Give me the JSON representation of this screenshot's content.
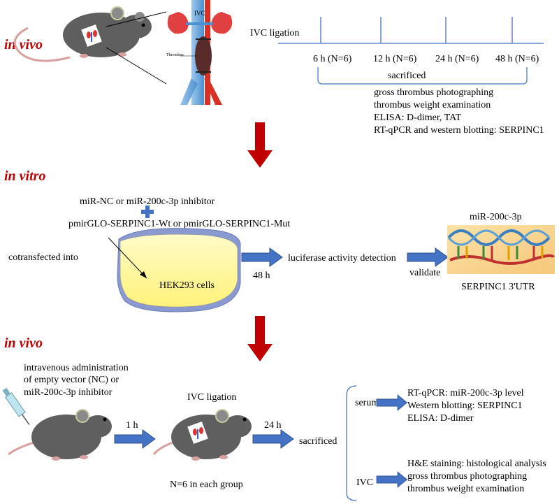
{
  "sections": {
    "top": "in vivo",
    "middle": "in vitro",
    "bottom": "in vivo"
  },
  "colors": {
    "section_title": "#c00000",
    "flow_arrow": "#4472c4",
    "big_arrow": "#c00000",
    "timeline": "#4472c4",
    "mouse_body": "#5f5f5f",
    "cell_fill": "#fff59a"
  },
  "top": {
    "ivc_label": "IVC",
    "thrombus_label": "Thrombus",
    "ivc_ligation": "IVC ligation",
    "timepoints": [
      "6 h (N=6)",
      "12 h (N=6)",
      "24 h (N=6)",
      "48 h (N=6)"
    ],
    "sacrificed": "sacrificed",
    "analyses": [
      "gross thrombus photographing",
      "thrombus weight examination",
      "ELISA: D-dimer, TAT",
      "RT-qPCR and western blotting: SERPINC1"
    ]
  },
  "middle": {
    "transfection": [
      "miR-NC or miR-200c-3p inhibitor",
      "pmirGLO-SERPINC1-Wt or pmirGLO-SERPINC1-Mut"
    ],
    "cotransfected": "cotransfected into",
    "cells": "HEK293 cells",
    "time": "48 h",
    "detection": "luciferase activity detection",
    "validate": "validate",
    "mirna": "miR-200c-3p",
    "utr": "SERPINC1 3'UTR"
  },
  "bottom": {
    "administration": [
      "intravenous administration",
      "of empty vector (NC) or",
      "miR-200c-3p inhibitor"
    ],
    "time1": "1 h",
    "ivc_ligation": "IVC ligation",
    "time2": "24 h",
    "sacrificed": "sacrificed",
    "group": "N=6 in each group",
    "serum": {
      "label": "serum",
      "items": [
        "RT-qPCR: miR-200c-3p level",
        "Western blotting: SERPINC1",
        "ELISA: D-dimer"
      ]
    },
    "ivc": {
      "label": "IVC",
      "items": [
        "H&E staining: histological analysis",
        "gross thrombus photographing",
        "thrombus weight examination"
      ]
    }
  }
}
